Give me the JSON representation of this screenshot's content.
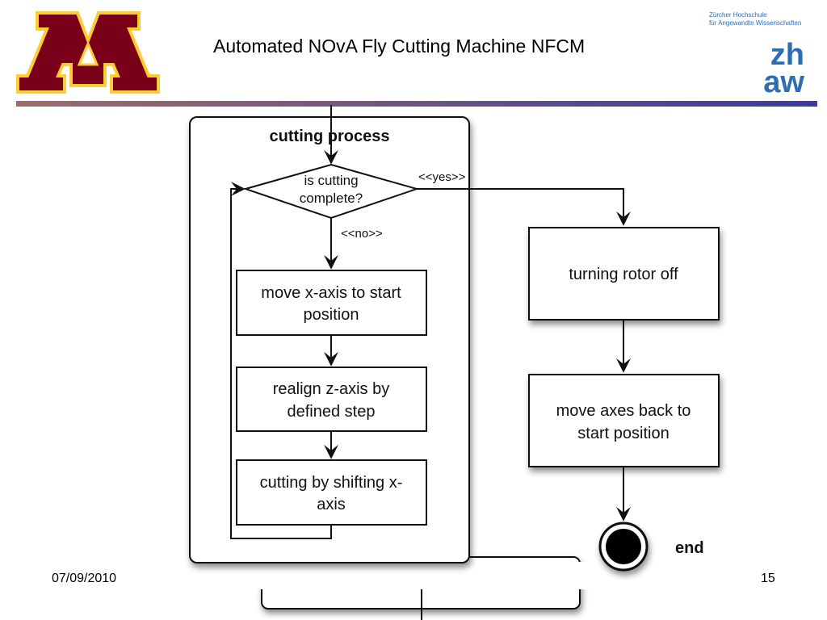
{
  "slide": {
    "title": "Automated NOvA Fly Cutting Machine NFCM",
    "date": "07/09/2010",
    "page_number": "15"
  },
  "logos": {
    "left": {
      "name": "University of Minnesota M logo",
      "colors": {
        "fill": "#7a0019",
        "outline": "#ffcc33"
      }
    },
    "right": {
      "line1": "Zürcher Hochschule",
      "line2": "für Angewandte Wissenschaften",
      "mark_top": "zh",
      "mark_bottom": "aw",
      "color": "#2e6db4"
    }
  },
  "divider": {
    "colors": {
      "start": "#a06b6b",
      "end": "#3a3aa0"
    }
  },
  "diagram": {
    "group_title": "cutting process",
    "decision": {
      "line1": "is cutting",
      "line2": "complete?"
    },
    "yes_label": "<<yes>>",
    "no_label": "<<no>>",
    "loop_actions": [
      {
        "line1": "move x-axis to start",
        "line2": "position"
      },
      {
        "line1": "realign z-axis by",
        "line2": "defined step"
      },
      {
        "line1": "cutting by shifting x-",
        "line2": "axis"
      }
    ],
    "exit_actions": [
      {
        "line1": "turning rotor off",
        "line2": ""
      },
      {
        "line1": "move axes back to",
        "line2": "start position"
      }
    ],
    "end_label": "end"
  }
}
